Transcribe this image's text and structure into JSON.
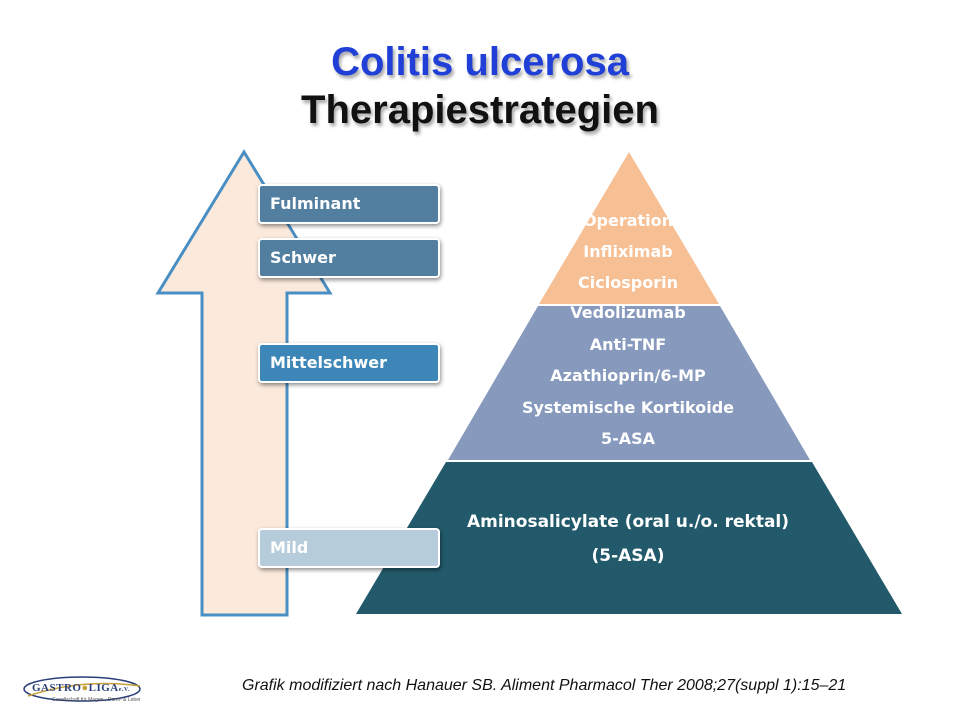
{
  "title": {
    "line1": "Colitis ulcerosa",
    "line2": "Therapiestrategien"
  },
  "severity_levels": [
    {
      "label": "Fulminant"
    },
    {
      "label": "Schwer"
    },
    {
      "label": "Mittelschwer"
    },
    {
      "label": "Mild"
    }
  ],
  "pyramid": {
    "top": [
      "Operation",
      "Infliximab",
      "Ciclosporin"
    ],
    "middle": [
      "Vedolizumab",
      "Anti-TNF",
      "Azathioprin/6-MP",
      "Systemische Kortikoide",
      "5-ASA"
    ],
    "bottom": [
      "Aminosalicylate (oral u./o.  rektal)",
      "(5-ASA)"
    ]
  },
  "colors": {
    "arrow_fill": "#fbe9dc",
    "arrow_stroke": "#4a8fc4",
    "pyramid_top": "#f7bf94",
    "pyramid_middle": "#8799bd",
    "pyramid_bottom": "#225a6b"
  },
  "logo": {
    "text_left": "GASTRO",
    "text_right": "LIGA",
    "text_right_suffix": "e.V.",
    "subtitle": "Gesellschaft für Magen-, Darm- & Leber"
  },
  "citation": "Grafik modifiziert nach Hanauer SB. Aliment Pharmacol Ther 2008;27(suppl 1):15–21"
}
